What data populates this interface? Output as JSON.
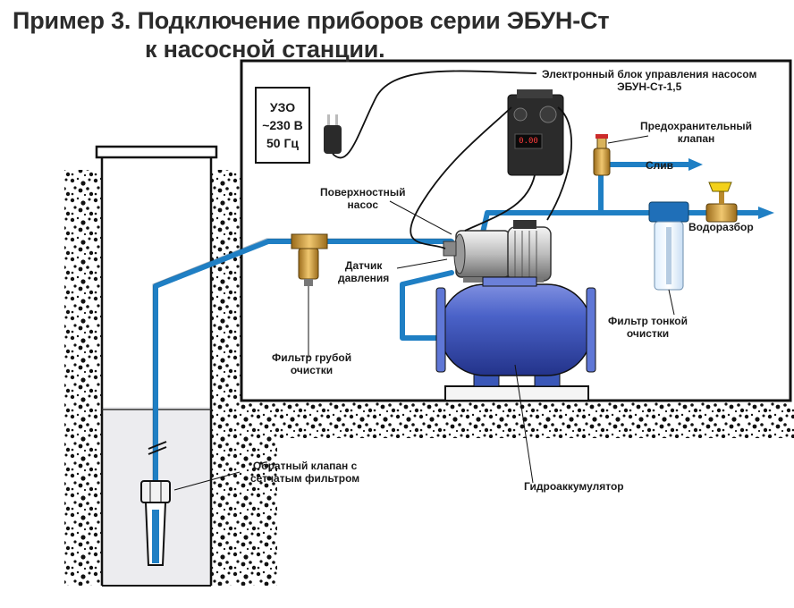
{
  "title": {
    "line1": "Пример 3. Подключение приборов серии ЭБУН-Ст",
    "line2": "к насосной станции."
  },
  "uzo": {
    "name": "УЗО",
    "voltage": "~230 В",
    "frequency": "50 Гц"
  },
  "labels": {
    "control_unit_line1": "Электронный блок управления насосом",
    "control_unit_line2": "ЭБУН-Ст-1,5",
    "safety_valve_line1": "Предохранительный",
    "safety_valve_line2": "клапан",
    "drain": "Слив",
    "surface_pump_line1": "Поверхностный",
    "surface_pump_line2": "насос",
    "water_outlet": "Водоразбор",
    "pressure_sensor_line1": "Датчик",
    "pressure_sensor_line2": "давления",
    "fine_filter_line1": "Фильтр тонкой",
    "fine_filter_line2": "очистки",
    "coarse_filter_line1": "Фильтр грубой",
    "coarse_filter_line2": "очистки",
    "check_valve_line1": "Обратный клапан с",
    "check_valve_line2": "сетчатым фильтром",
    "accumulator": "Гидроаккумулятор"
  },
  "display": {
    "reading": "0.00"
  },
  "colors": {
    "pipe": "#1f7fc4",
    "tank": "#3a57b8",
    "tank_dark": "#23338a",
    "soil": "#111111",
    "water": "#e9eaec"
  }
}
